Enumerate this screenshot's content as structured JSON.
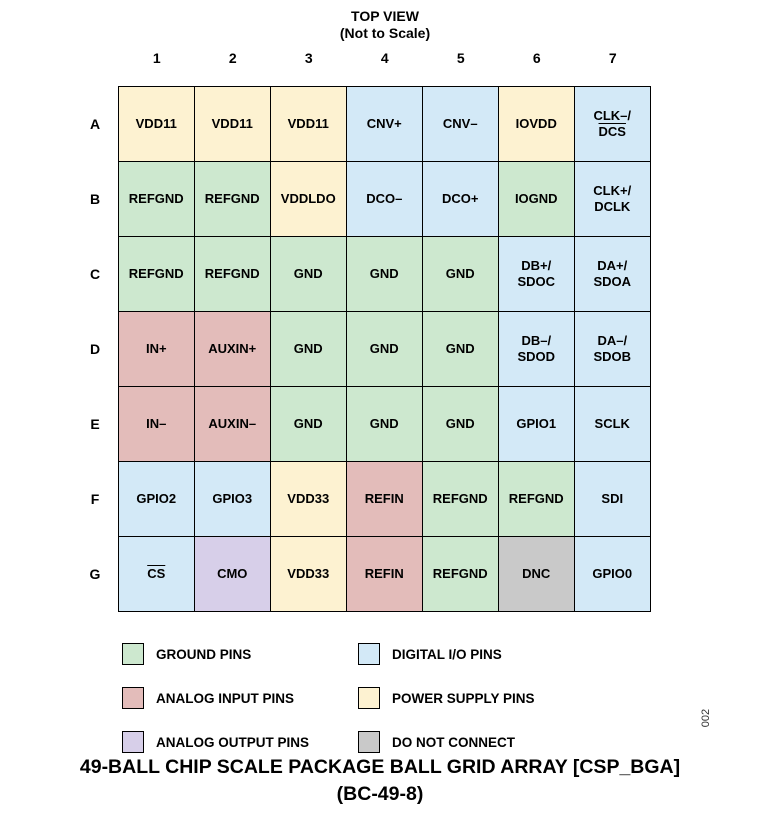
{
  "header": {
    "line1": "TOP VIEW",
    "line2": "(Not to Scale)"
  },
  "colors": {
    "ground": "#cde8cf",
    "digital": "#d3e9f7",
    "analog_input": "#e3bcba",
    "power": "#fdf2d1",
    "analog_output": "#d7cfe9",
    "dnc": "#c9c9c9"
  },
  "grid": {
    "columns": [
      "1",
      "2",
      "3",
      "4",
      "5",
      "6",
      "7"
    ],
    "rows": [
      "A",
      "B",
      "C",
      "D",
      "E",
      "F",
      "G"
    ],
    "cells": [
      [
        {
          "lines": [
            "VDD11"
          ],
          "type": "power"
        },
        {
          "lines": [
            "VDD11"
          ],
          "type": "power"
        },
        {
          "lines": [
            "VDD11"
          ],
          "type": "power"
        },
        {
          "lines": [
            "CNV+"
          ],
          "type": "digital"
        },
        {
          "lines": [
            "CNV–"
          ],
          "type": "digital"
        },
        {
          "lines": [
            "IOVDD"
          ],
          "type": "power"
        },
        {
          "lines": [
            "CLK–/",
            "DCS"
          ],
          "overline": [
            false,
            true
          ],
          "type": "digital"
        }
      ],
      [
        {
          "lines": [
            "REFGND"
          ],
          "type": "ground"
        },
        {
          "lines": [
            "REFGND"
          ],
          "type": "ground"
        },
        {
          "lines": [
            "VDDLDO"
          ],
          "type": "power"
        },
        {
          "lines": [
            "DCO–"
          ],
          "type": "digital"
        },
        {
          "lines": [
            "DCO+"
          ],
          "type": "digital"
        },
        {
          "lines": [
            "IOGND"
          ],
          "type": "ground"
        },
        {
          "lines": [
            "CLK+/",
            "DCLK"
          ],
          "type": "digital"
        }
      ],
      [
        {
          "lines": [
            "REFGND"
          ],
          "type": "ground"
        },
        {
          "lines": [
            "REFGND"
          ],
          "type": "ground"
        },
        {
          "lines": [
            "GND"
          ],
          "type": "ground"
        },
        {
          "lines": [
            "GND"
          ],
          "type": "ground"
        },
        {
          "lines": [
            "GND"
          ],
          "type": "ground"
        },
        {
          "lines": [
            "DB+/",
            "SDOC"
          ],
          "type": "digital"
        },
        {
          "lines": [
            "DA+/",
            "SDOA"
          ],
          "type": "digital"
        }
      ],
      [
        {
          "lines": [
            "IN+"
          ],
          "type": "analog_input"
        },
        {
          "lines": [
            "AUXIN+"
          ],
          "type": "analog_input"
        },
        {
          "lines": [
            "GND"
          ],
          "type": "ground"
        },
        {
          "lines": [
            "GND"
          ],
          "type": "ground"
        },
        {
          "lines": [
            "GND"
          ],
          "type": "ground"
        },
        {
          "lines": [
            "DB–/",
            "SDOD"
          ],
          "type": "digital"
        },
        {
          "lines": [
            "DA–/",
            "SDOB"
          ],
          "type": "digital"
        }
      ],
      [
        {
          "lines": [
            "IN–"
          ],
          "type": "analog_input"
        },
        {
          "lines": [
            "AUXIN–"
          ],
          "type": "analog_input"
        },
        {
          "lines": [
            "GND"
          ],
          "type": "ground"
        },
        {
          "lines": [
            "GND"
          ],
          "type": "ground"
        },
        {
          "lines": [
            "GND"
          ],
          "type": "ground"
        },
        {
          "lines": [
            "GPIO1"
          ],
          "type": "digital"
        },
        {
          "lines": [
            "SCLK"
          ],
          "type": "digital"
        }
      ],
      [
        {
          "lines": [
            "GPIO2"
          ],
          "type": "digital"
        },
        {
          "lines": [
            "GPIO3"
          ],
          "type": "digital"
        },
        {
          "lines": [
            "VDD33"
          ],
          "type": "power"
        },
        {
          "lines": [
            "REFIN"
          ],
          "type": "analog_input"
        },
        {
          "lines": [
            "REFGND"
          ],
          "type": "ground"
        },
        {
          "lines": [
            "REFGND"
          ],
          "type": "ground"
        },
        {
          "lines": [
            "SDI"
          ],
          "type": "digital"
        }
      ],
      [
        {
          "lines": [
            "CS"
          ],
          "overline": [
            true
          ],
          "type": "digital"
        },
        {
          "lines": [
            "CMO"
          ],
          "type": "analog_output"
        },
        {
          "lines": [
            "VDD33"
          ],
          "type": "power"
        },
        {
          "lines": [
            "REFIN"
          ],
          "type": "analog_input"
        },
        {
          "lines": [
            "REFGND"
          ],
          "type": "ground"
        },
        {
          "lines": [
            "DNC"
          ],
          "type": "dnc"
        },
        {
          "lines": [
            "GPIO0"
          ],
          "type": "digital"
        }
      ]
    ]
  },
  "legend": {
    "columns": [
      [
        {
          "type": "ground",
          "label": "GROUND PINS"
        },
        {
          "type": "analog_input",
          "label": "ANALOG INPUT PINS"
        },
        {
          "type": "analog_output",
          "label": "ANALOG OUTPUT PINS"
        }
      ],
      [
        {
          "type": "digital",
          "label": "DIGITAL I/O PINS"
        },
        {
          "type": "power",
          "label": "POWER SUPPLY PINS"
        },
        {
          "type": "dnc",
          "label": "DO NOT CONNECT"
        }
      ]
    ]
  },
  "figure_number": "002",
  "caption": {
    "line1": "49-BALL CHIP SCALE PACKAGE BALL GRID ARRAY [CSP_BGA]",
    "line2": "(BC-49-8)"
  }
}
